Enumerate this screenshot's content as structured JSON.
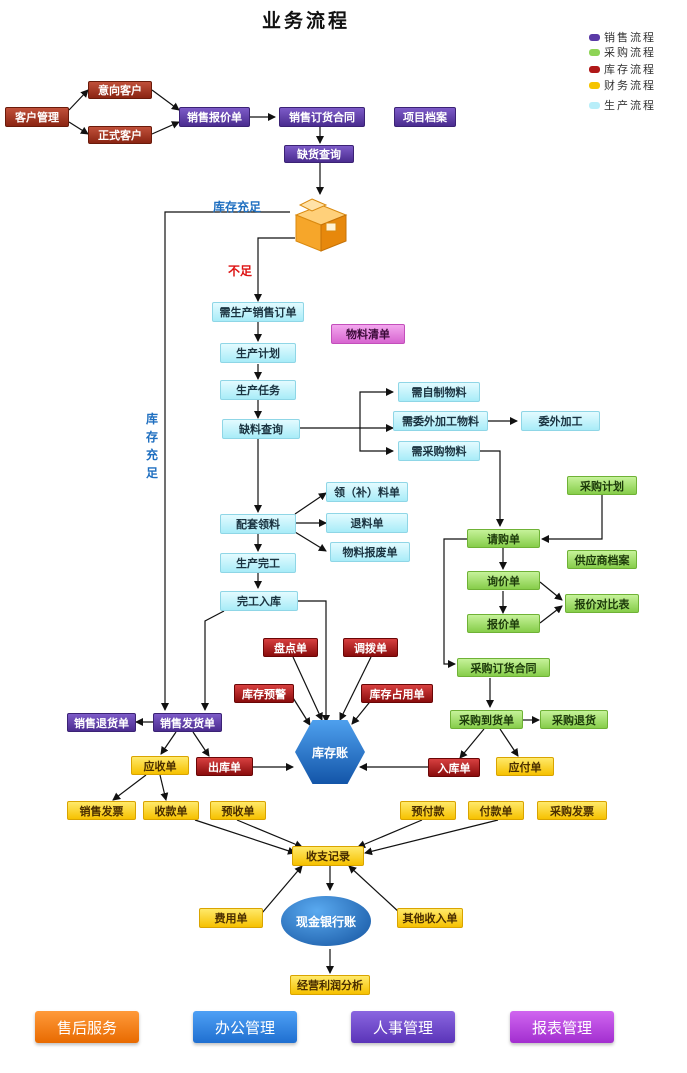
{
  "title": "业务流程",
  "legend": [
    {
      "label": "销售流程",
      "color": "#5a3aa6"
    },
    {
      "label": "采购流程",
      "color": "#8ed456"
    },
    {
      "label": "库存流程",
      "color": "#b01818"
    },
    {
      "label": "财务流程",
      "color": "#f5c400"
    },
    {
      "label": "生产流程",
      "color": "#b8eef9"
    }
  ],
  "nodes": {
    "customer_mgmt": "客户管理",
    "intent_customer": "意向客户",
    "formal_customer": "正式客户",
    "sales_quote": "销售报价单",
    "sales_contract": "销售订货合同",
    "project_file": "项目档案",
    "shortage_query": "缺货查询",
    "need_prod_order": "需生产销售订单",
    "bom": "物料清单",
    "prod_plan": "生产计划",
    "prod_task": "生产任务",
    "material_query": "缺料查询",
    "self_made": "需自制物料",
    "outsource_material": "需委外加工物料",
    "outsource": "委外加工",
    "need_purchase": "需采购物料",
    "pick_material": "领（补）料单",
    "return_material": "退料单",
    "scrap_material": "物料报废单",
    "kit_picking": "配套领料",
    "prod_finish": "生产完工",
    "finish_storage": "完工入库",
    "purchase_plan": "采购计划",
    "purchase_request": "请购单",
    "supplier_file": "供应商档案",
    "inquiry": "询价单",
    "quote_compare": "报价对比表",
    "quote_sheet": "报价单",
    "purchase_contract": "采购订货合同",
    "purchase_arrival": "采购到货单",
    "purchase_return": "采购退货",
    "inventory_check": "盘点单",
    "transfer": "调拨单",
    "stock_warning": "库存预警",
    "stock_occupy": "库存占用单",
    "sales_return": "销售退货单",
    "sales_delivery": "销售发货单",
    "receivable": "应收单",
    "outbound": "出库单",
    "inventory_ledger": "库存账",
    "inbound": "入库单",
    "payable": "应付单",
    "sales_invoice": "销售发票",
    "receipt": "收款单",
    "advance_receipt": "预收单",
    "prepayment": "预付款",
    "payment": "付款单",
    "purchase_invoice": "采购发票",
    "income_expense": "收支记录",
    "expense": "费用单",
    "cash_bank": "现金银行账",
    "other_income": "其他收入单",
    "profit_analysis": "经营利润分析"
  },
  "labels": {
    "stock_ok_top": "库存充足",
    "stock_ok_side": "库存充足",
    "insufficient": "不足"
  },
  "buttons": [
    {
      "label": "售后服务",
      "color": "#f07a10"
    },
    {
      "label": "办公管理",
      "color": "#2a7fe0"
    },
    {
      "label": "人事管理",
      "color": "#6a44c4"
    },
    {
      "label": "报表管理",
      "color": "#b13ad8"
    }
  ]
}
